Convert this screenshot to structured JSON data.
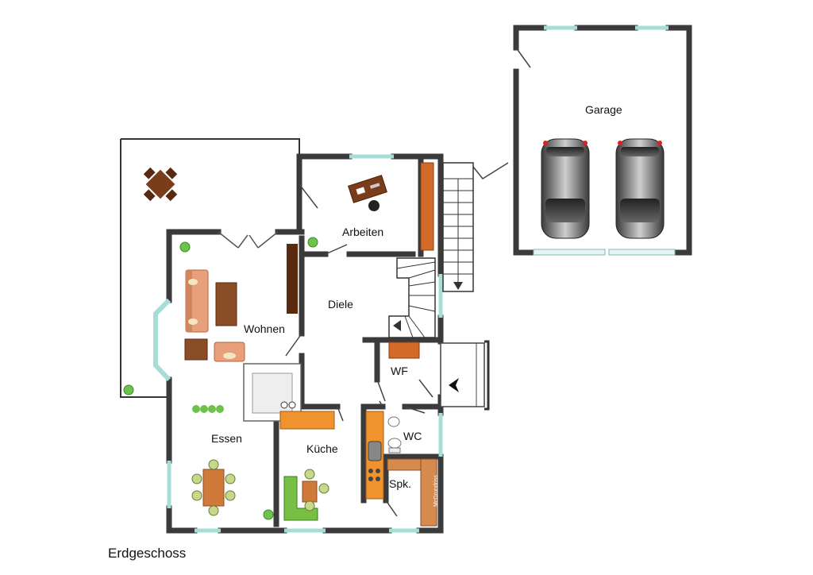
{
  "rooms": {
    "garage": "Garage",
    "arbeiten": "Arbeiten",
    "diele": "Diele",
    "wohnen": "Wohnen",
    "wf": "WF",
    "wc": "WC",
    "essen": "Essen",
    "kueche": "Küche",
    "spk": "Spk."
  },
  "watermark": "McGrundriss",
  "floor_title": "Erdgeschoss",
  "colors": {
    "wall": "#3a3a3a",
    "window": "#a8dcd6",
    "sofa": "#e8a07a",
    "wood": "#9a5a30",
    "kitchen_counter": "#f0922e",
    "pantry": "#d78a4e",
    "bench": "#77c043",
    "plant": "#6cc24a",
    "car": "#555555"
  },
  "icons": [
    "car-icon",
    "sofa-icon",
    "dining-table-icon",
    "desk-icon",
    "stairs-icon",
    "toilet-icon",
    "sink-icon",
    "plant-icon",
    "patio-table-icon",
    "entrance-arrow-icon"
  ]
}
